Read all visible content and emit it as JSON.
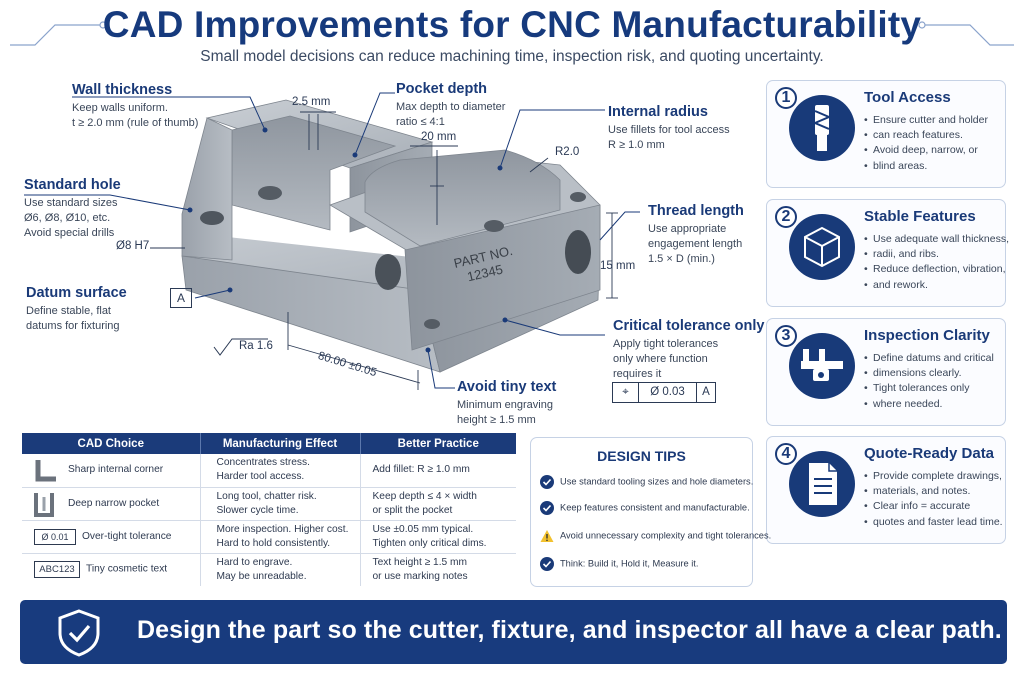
{
  "title": "CAD Improvements for CNC Manufacturability",
  "subtitle": "Small model decisions can reduce machining time, inspection risk, and quoting uncertainty.",
  "colors": {
    "navy": "#1a3a78",
    "accent_bg": "#183b7e",
    "warning": "#f2c12e"
  },
  "diagram": {
    "part_label": "PART NO.\n12345",
    "callouts": {
      "wall_thickness": {
        "title": "Wall thickness",
        "lines": [
          "Keep walls uniform.",
          "t ≥ 2.0 mm (rule of thumb)"
        ]
      },
      "pocket_depth": {
        "title": "Pocket depth",
        "lines": [
          "Max depth to diameter",
          "ratio ≤ 4:1"
        ]
      },
      "internal_radius": {
        "title": "Internal radius",
        "lines": [
          "Use fillets for tool access",
          "R ≥ 1.0 mm"
        ]
      },
      "standard_hole": {
        "title": "Standard hole",
        "lines": [
          "Use standard sizes",
          "Ø6, Ø8, Ø10, etc.",
          "Avoid special drills"
        ]
      },
      "thread_length": {
        "title": "Thread length",
        "lines": [
          "Use appropriate",
          "engagement length",
          "1.5 × D (min.)"
        ]
      },
      "datum_surface": {
        "title": "Datum surface",
        "lines": [
          "Define stable, flat",
          "datums for fixturing"
        ]
      },
      "critical_tolerance": {
        "title": "Critical tolerance only",
        "lines": [
          "Apply tight tolerances",
          "only where function",
          "requires it"
        ]
      },
      "tiny_text": {
        "title": "Avoid tiny text",
        "lines": [
          "Minimum engraving",
          "height ≥ 1.5 mm"
        ]
      }
    },
    "dimensions": {
      "wall": "2.5 mm",
      "pocket": "20 mm",
      "radius": "R2.0",
      "hole": "Ø8 H7",
      "thread": "15 mm",
      "length": "80.00 ±0.05",
      "roughness": "Ra 1.6",
      "datum": "A",
      "fcf_tol": "Ø 0.03",
      "fcf_datum": "A"
    }
  },
  "cards": [
    {
      "num": "1",
      "icon": "end-mill-icon",
      "title": "Tool Access",
      "items": [
        "Ensure cutter and holder",
        "can reach features.",
        "Avoid deep, narrow, or",
        "blind areas."
      ]
    },
    {
      "num": "2",
      "icon": "cube-icon",
      "title": "Stable Features",
      "items": [
        "Use adequate wall thickness,",
        "radii, and ribs.",
        "Reduce deflection, vibration,",
        "and rework."
      ]
    },
    {
      "num": "3",
      "icon": "caliper-icon",
      "title": "Inspection Clarity",
      "items": [
        "Define datums and critical",
        "dimensions clearly.",
        "Tight tolerances only",
        "where needed."
      ]
    },
    {
      "num": "4",
      "icon": "document-icon",
      "title": "Quote-Ready Data",
      "items": [
        "Provide complete drawings,",
        "materials, and notes.",
        "Clear info = accurate",
        "quotes and faster lead time."
      ]
    }
  ],
  "table": {
    "headers": [
      "CAD Choice",
      "Manufacturing Effect",
      "Better Practice"
    ],
    "rows": [
      {
        "icon": "sharp-corner-icon",
        "icon_text": "",
        "choice": "Sharp internal corner",
        "effect": [
          "Concentrates stress.",
          "Harder tool access."
        ],
        "practice": [
          "Add fillet: R ≥ 1.0 mm"
        ]
      },
      {
        "icon": "narrow-pocket-icon",
        "icon_text": "",
        "choice": "Deep narrow pocket",
        "effect": [
          "Long tool, chatter risk.",
          "Slower cycle time."
        ],
        "practice": [
          "Keep depth ≤ 4 × width",
          "or split the pocket"
        ]
      },
      {
        "icon": "tolerance-frame-icon",
        "icon_text": "Ø 0.01",
        "choice": "Over-tight tolerance",
        "effect": [
          "More inspection. Higher cost.",
          "Hard to hold consistently."
        ],
        "practice": [
          "Use ±0.05 mm typical.",
          "Tighten only critical dims."
        ]
      },
      {
        "icon": "text-box-icon",
        "icon_text": "ABC123",
        "choice": "Tiny cosmetic text",
        "effect": [
          "Hard to engrave.",
          "May be unreadable."
        ],
        "practice": [
          "Text height ≥ 1.5 mm",
          "or use marking notes"
        ]
      }
    ]
  },
  "tips": {
    "title": "DESIGN TIPS",
    "items": [
      {
        "icon": "check-icon",
        "text": "Use standard tooling sizes and hole diameters."
      },
      {
        "icon": "check-icon",
        "text": "Keep features consistent and manufacturable."
      },
      {
        "icon": "warning-icon",
        "text": "Avoid unnecessary complexity and tight tolerances."
      },
      {
        "icon": "check-icon",
        "text": "Think: Build it, Hold it, Measure it."
      }
    ]
  },
  "banner": {
    "icon": "shield-check-icon",
    "text": "Design the part so the cutter, fixture, and inspector all have a clear path."
  }
}
